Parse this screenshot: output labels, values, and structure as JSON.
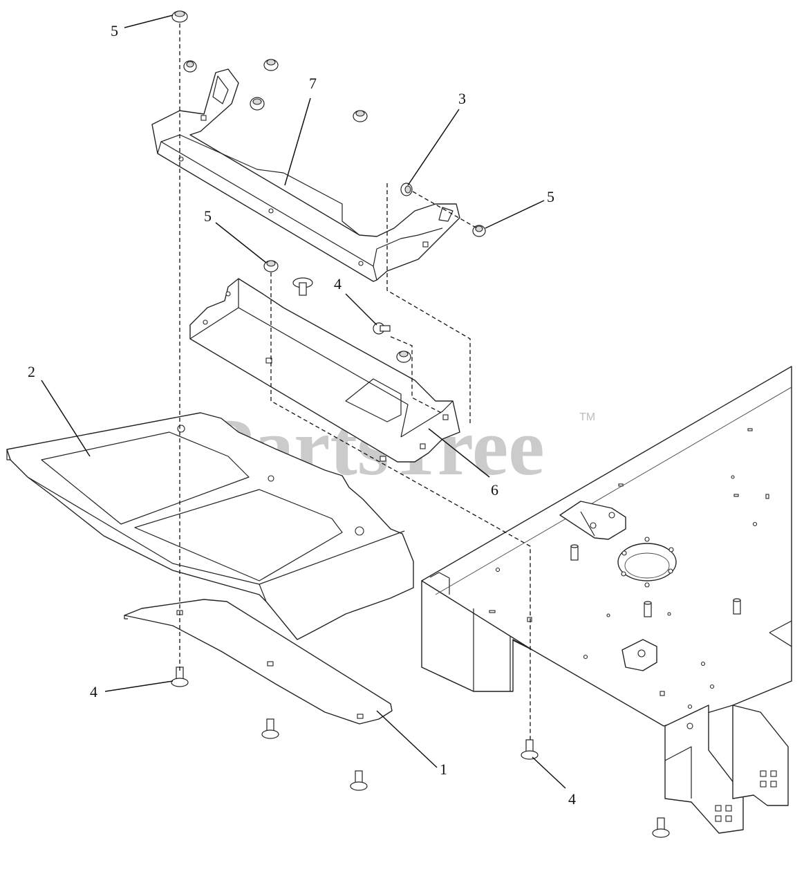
{
  "watermark": {
    "text": "PartsTree",
    "trademark": "TM"
  },
  "callouts": [
    {
      "id": "c1",
      "label": "1"
    },
    {
      "id": "c2",
      "label": "2"
    },
    {
      "id": "c3",
      "label": "3"
    },
    {
      "id": "c4a",
      "label": "4"
    },
    {
      "id": "c4b",
      "label": "4"
    },
    {
      "id": "c4c",
      "label": "4"
    },
    {
      "id": "c5a",
      "label": "5"
    },
    {
      "id": "c5b",
      "label": "5"
    },
    {
      "id": "c5c",
      "label": "5"
    },
    {
      "id": "c6",
      "label": "6"
    },
    {
      "id": "c7",
      "label": "7"
    }
  ]
}
